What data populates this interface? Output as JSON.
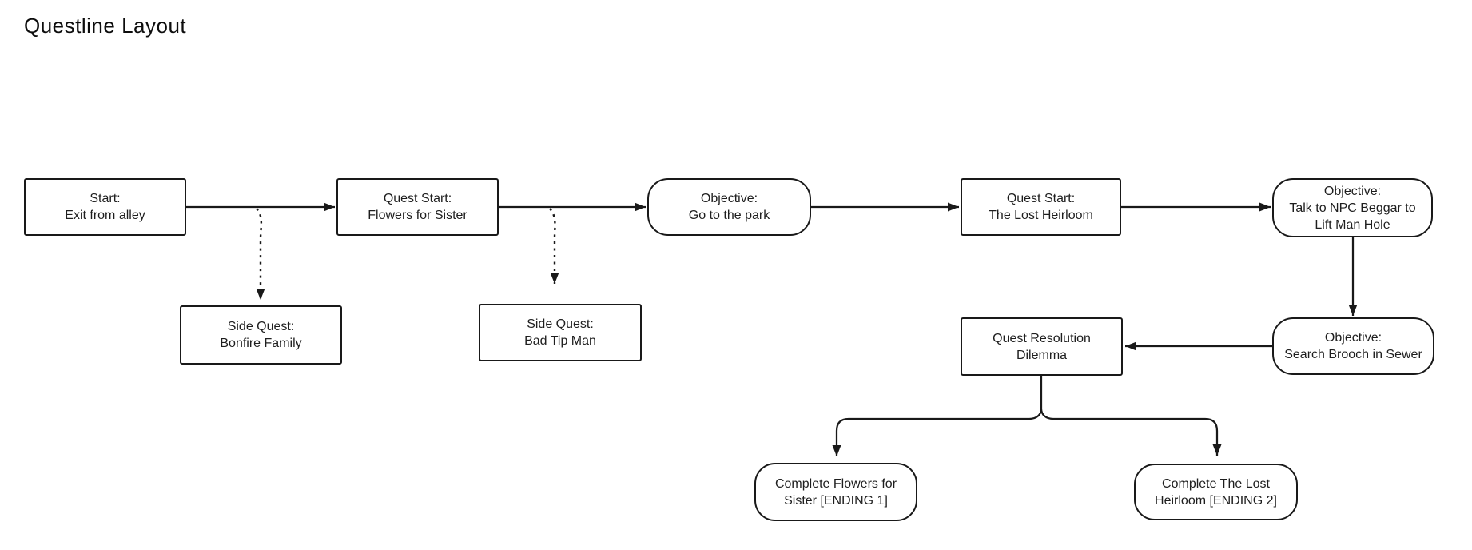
{
  "page": {
    "title": "Questline Layout"
  },
  "diagram": {
    "accent_stroke_color": "#191919",
    "node_background_color": "#ffffff",
    "nodes": [
      {
        "id": "start",
        "shape": "rectangle",
        "lines": [
          "Start:",
          "Exit from alley"
        ]
      },
      {
        "id": "quest-start-flowers",
        "shape": "rectangle",
        "lines": [
          "Quest Start:",
          "Flowers for Sister"
        ]
      },
      {
        "id": "objective-park",
        "shape": "rounded",
        "lines": [
          "Objective:",
          "Go to the park"
        ]
      },
      {
        "id": "quest-start-heirloom",
        "shape": "rectangle",
        "lines": [
          "Quest Start:",
          "The Lost Heirloom"
        ]
      },
      {
        "id": "objective-beggar",
        "shape": "rounded",
        "lines": [
          "Objective:",
          "Talk to NPC Beggar to",
          "Lift Man Hole"
        ]
      },
      {
        "id": "side-quest-bonfire",
        "shape": "rectangle",
        "lines": [
          "Side Quest:",
          "Bonfire Family"
        ]
      },
      {
        "id": "side-quest-badtip",
        "shape": "rectangle",
        "lines": [
          "Side Quest:",
          "Bad Tip Man"
        ]
      },
      {
        "id": "quest-resolution",
        "shape": "rectangle",
        "lines": [
          "Quest Resolution",
          "Dilemma"
        ]
      },
      {
        "id": "objective-brooch",
        "shape": "rounded",
        "lines": [
          "Objective:",
          "Search Brooch in Sewer"
        ]
      },
      {
        "id": "ending-1",
        "shape": "rounded",
        "lines": [
          "Complete Flowers for",
          "Sister [ENDING 1]"
        ]
      },
      {
        "id": "ending-2",
        "shape": "rounded",
        "lines": [
          "Complete The Lost",
          "Heirloom [ENDING 2]"
        ]
      }
    ],
    "edges": [
      {
        "from": "start",
        "to": "quest-start-flowers",
        "style": "solid"
      },
      {
        "from": "start",
        "to": "side-quest-bonfire",
        "style": "dashed"
      },
      {
        "from": "quest-start-flowers",
        "to": "objective-park",
        "style": "solid"
      },
      {
        "from": "quest-start-flowers",
        "to": "side-quest-badtip",
        "style": "dashed"
      },
      {
        "from": "objective-park",
        "to": "quest-start-heirloom",
        "style": "solid"
      },
      {
        "from": "quest-start-heirloom",
        "to": "objective-beggar",
        "style": "solid"
      },
      {
        "from": "objective-beggar",
        "to": "objective-brooch",
        "style": "solid"
      },
      {
        "from": "objective-brooch",
        "to": "quest-resolution",
        "style": "solid"
      },
      {
        "from": "quest-resolution",
        "to": "ending-1",
        "style": "solid"
      },
      {
        "from": "quest-resolution",
        "to": "ending-2",
        "style": "solid"
      }
    ]
  }
}
